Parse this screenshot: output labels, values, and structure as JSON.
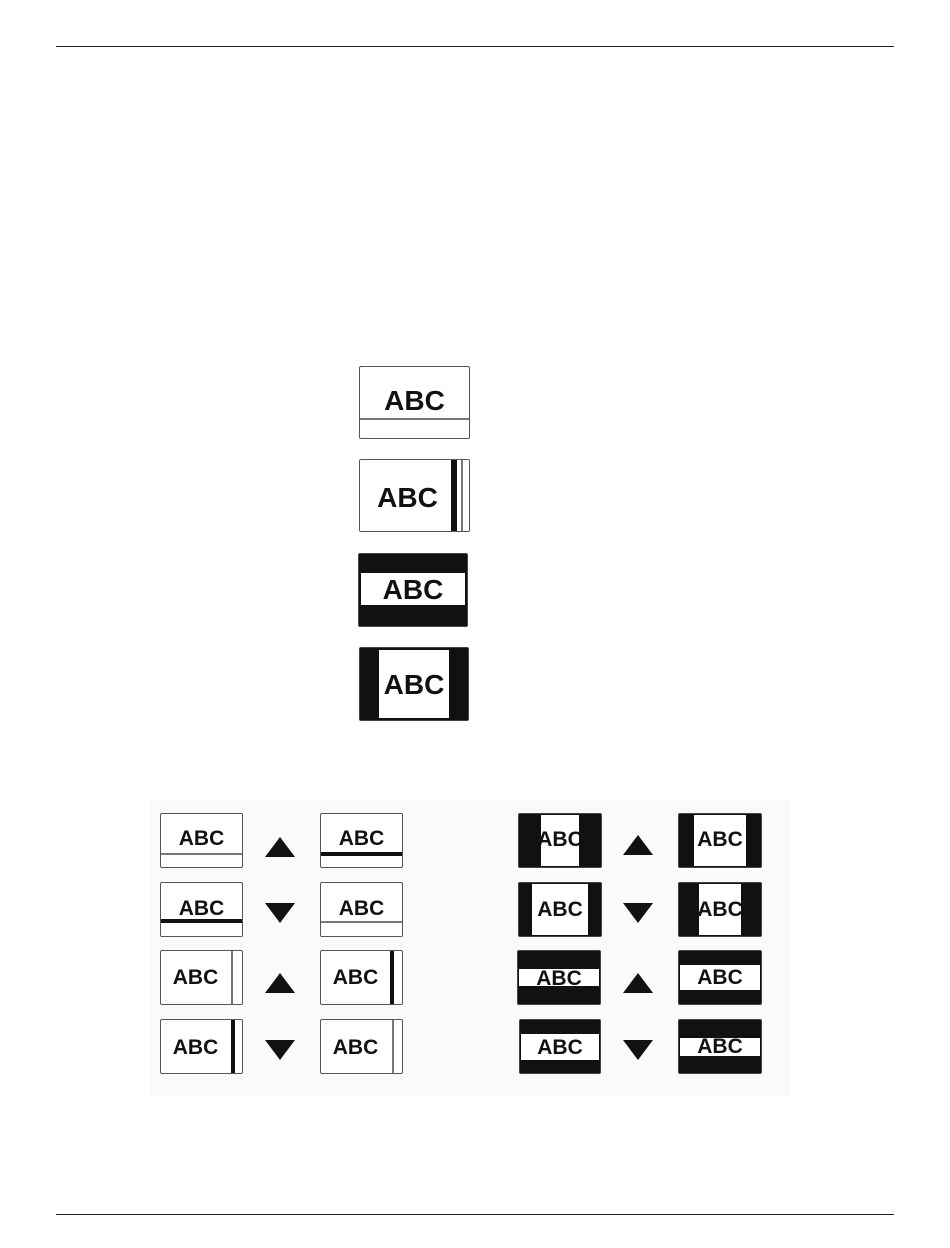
{
  "icons": {
    "label": "ABC"
  },
  "arrows": {
    "up": "up-arrow",
    "down": "down-arrow"
  },
  "colors": {
    "ink": "#111111",
    "frame": "#555555",
    "background": "#ffffff"
  }
}
